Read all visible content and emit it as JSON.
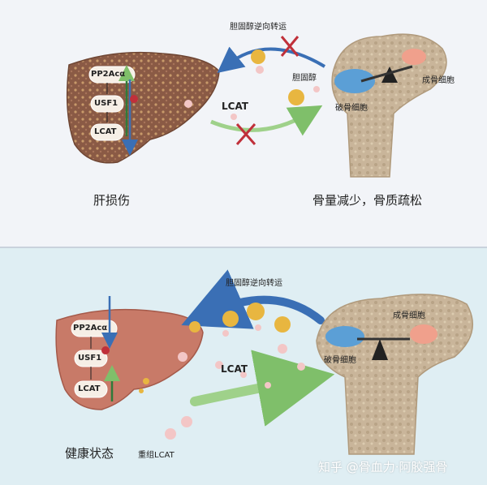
{
  "top": {
    "caption_left": "肝损伤",
    "caption_right": "骨量减少，骨质疏松",
    "arrow_upper_label": "胆固醇逆向转运",
    "cholesterol_label": "胆固醇",
    "lcat_label": "LCAT",
    "osteoclast_label": "破骨细胞",
    "osteoblast_label": "成骨细胞",
    "liver": {
      "node1": "PP2Acα",
      "node2": "USF1",
      "node3": "LCAT"
    }
  },
  "bottom": {
    "caption_left": "健康状态",
    "arrow_upper_label": "胆固醇逆向转运",
    "lcat_label": "LCAT",
    "recombinant_label": "重组LCAT",
    "osteoclast_label": "破骨细胞",
    "osteoblast_label": "成骨细胞",
    "liver": {
      "node1": "PP2Acα",
      "node2": "USF1",
      "node3": "LCAT"
    }
  },
  "watermark": "知乎 @骨血力·阿胶强骨",
  "colors": {
    "liver_damaged": "#8a5a45",
    "liver_healthy": "#c87a68",
    "bone": "#c9b59a",
    "arrow_blue": "#3a6fb5",
    "arrow_green": "#7fbf6a",
    "cross_red": "#c0303a",
    "cell_blue": "#5b9fd6",
    "cell_pink": "#f0a08c"
  }
}
